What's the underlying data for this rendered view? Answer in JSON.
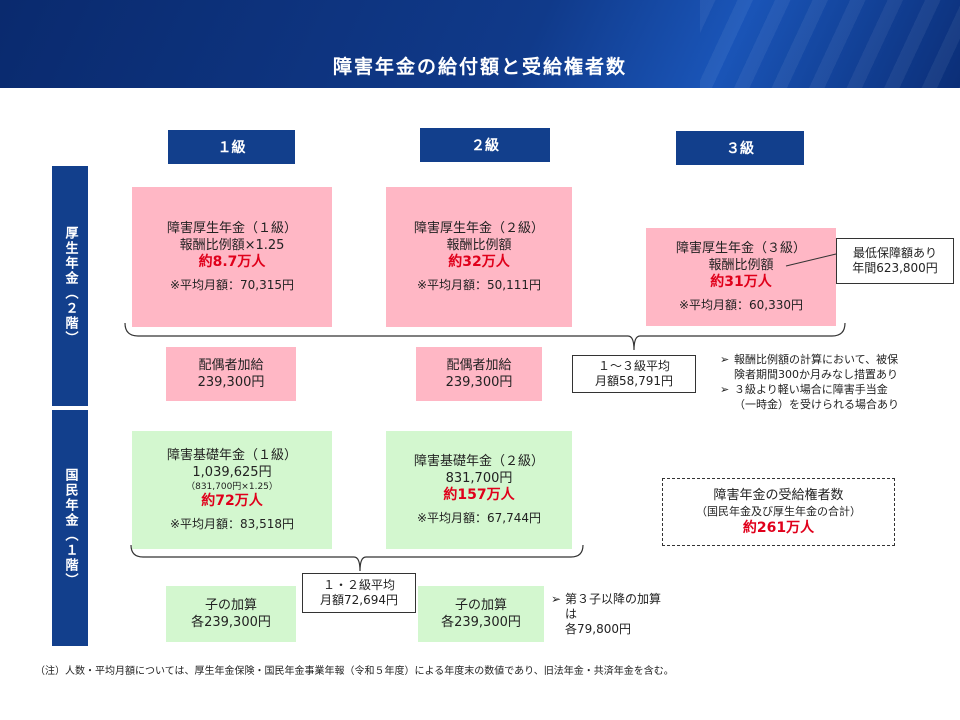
{
  "title": "障害年金の給付額と受給権者数",
  "grades": [
    "１級",
    "２級",
    "３級"
  ],
  "side": {
    "kosei": "厚生年金（２階）",
    "kokumin": "国民年金（１階）"
  },
  "kosei_boxes": [
    {
      "name": "障害厚生年金（１級）",
      "formula": "報酬比例額×1.25",
      "count": "約8.7万人",
      "avg": "※平均月額：70,315円"
    },
    {
      "name": "障害厚生年金（２級）",
      "formula": "報酬比例額",
      "count": "約32万人",
      "avg": "※平均月額：50,111円"
    },
    {
      "name": "障害厚生年金（３級）",
      "formula": "報酬比例額",
      "count": "約31万人",
      "avg": "※平均月額：60,330円"
    }
  ],
  "min_guarantee": {
    "line1": "最低保障額あり",
    "line2": "年間623,800円"
  },
  "spouse": [
    {
      "label": "配偶者加給",
      "amount": "239,300円"
    },
    {
      "label": "配偶者加給",
      "amount": "239,300円"
    }
  ],
  "avg_1_3": {
    "line1": "１～３級平均",
    "line2": "月額58,791円"
  },
  "notes": [
    {
      "mark": "➢",
      "text1": "報酬比例額の計算において、被保",
      "text2": "険者期間300か月みなし措置あり"
    },
    {
      "mark": "➢",
      "text1": "３級より軽い場合に障害手当金",
      "text2": "（一時金）を受けられる場合あり"
    }
  ],
  "kokumin_boxes": [
    {
      "name": "障害基礎年金（１級）",
      "amount": "1,039,625円",
      "calc": "（831,700円×1.25）",
      "count": "約72万人",
      "avg": "※平均月額：83,518円"
    },
    {
      "name": "障害基礎年金（２級）",
      "amount": "831,700円",
      "count": "約157万人",
      "avg": "※平均月額：67,744円"
    }
  ],
  "total": {
    "line1": "障害年金の受給権者数",
    "line2": "（国民年金及び厚生年金の合計）",
    "count": "約261万人"
  },
  "avg_1_2": {
    "line1": "１・２級平均",
    "line2": "月額72,694円"
  },
  "child": [
    {
      "label": "子の加算",
      "amount": "各239,300円"
    },
    {
      "label": "子の加算",
      "amount": "各239,300円"
    }
  ],
  "third_child": {
    "mark": "➢",
    "line1": "第３子以降の加算",
    "line2": "は",
    "line3": "各79,800円"
  },
  "footnote": "（注）人数・平均月額については、厚生年金保険・国民年金事業年報（令和５年度）による年度末の数値であり、旧法年金・共済年金を含む。",
  "colors": {
    "navy": "#123f8c",
    "pink": "#ffb7c5",
    "green": "#d3f7cf",
    "red": "#e0001b"
  }
}
